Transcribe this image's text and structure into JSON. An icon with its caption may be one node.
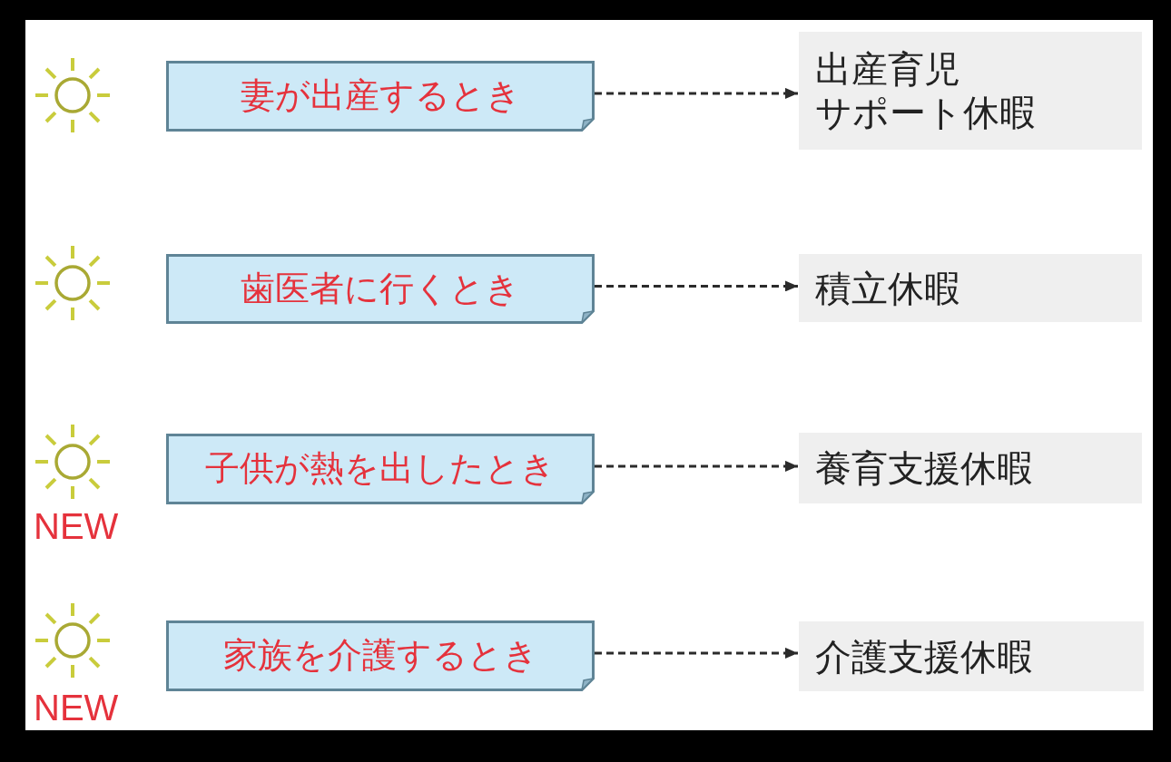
{
  "diagram": {
    "nodes": [
      {
        "text": [
          "妻が出産するとき"
        ]
      },
      {
        "text": [
          "出産育児サポート休暇"
        ]
      },
      {
        "text": [
          "歯医者に行くとき"
        ]
      },
      {
        "text": [
          "積立休暇"
        ]
      },
      {
        "text": [
          "子供が熱を出したとき"
        ]
      },
      {
        "text": [
          "養育支援休暇"
        ]
      },
      {
        "text": [
          "家族を介護するとき"
        ]
      },
      {
        "text": [
          "介護支援休暇"
        ]
      }
    ],
    "edges": [
      {
        "from": 0,
        "to": 1,
        "arrow": "to",
        "style": "dashed"
      },
      {
        "from": 2,
        "to": 3,
        "arrow": "to",
        "style": "dashed"
      },
      {
        "from": 4,
        "to": 5,
        "arrow": "to",
        "style": "dashed"
      },
      {
        "from": 6,
        "to": 7,
        "arrow": "to",
        "style": "dashed"
      }
    ],
    "labels": [
      "NEW",
      "NEW"
    ]
  }
}
